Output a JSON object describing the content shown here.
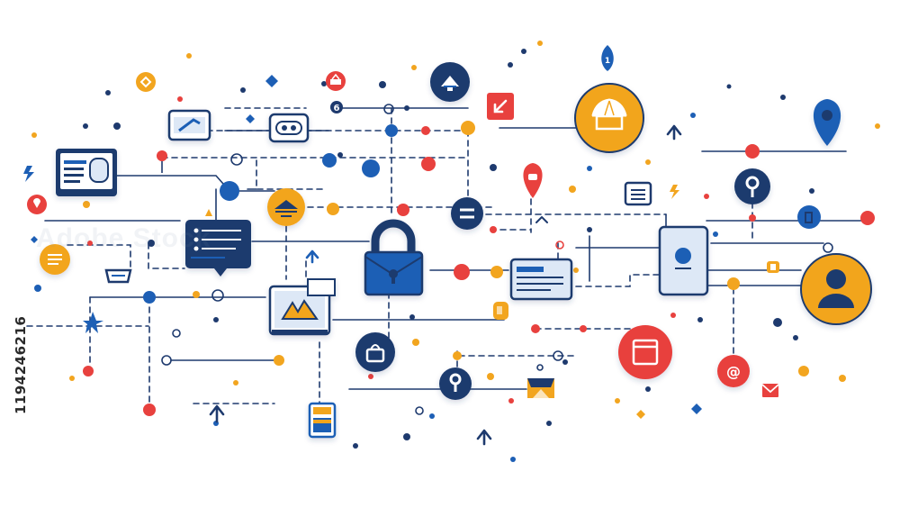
{
  "image_id_text": "1194246216",
  "palette": {
    "navy": "#1e3a6e",
    "blue": "#1d5fb5",
    "orange": "#f2a51f",
    "red": "#e8413e",
    "line": "#1e3a6e",
    "panel": "#dde8f6"
  },
  "badges": {
    "top_pin": "1",
    "small_circle": "6"
  },
  "icons": [
    "padlock-icon",
    "user-avatar-icon",
    "location-pin-icon",
    "browser-window-icon",
    "mail-icon",
    "at-sign-icon",
    "key-icon",
    "mountain-image-icon",
    "shopping-basket-icon",
    "document-icon",
    "chat-bubble-icon",
    "shop-awning-icon",
    "battery-icon",
    "toggle-switch-icon"
  ]
}
